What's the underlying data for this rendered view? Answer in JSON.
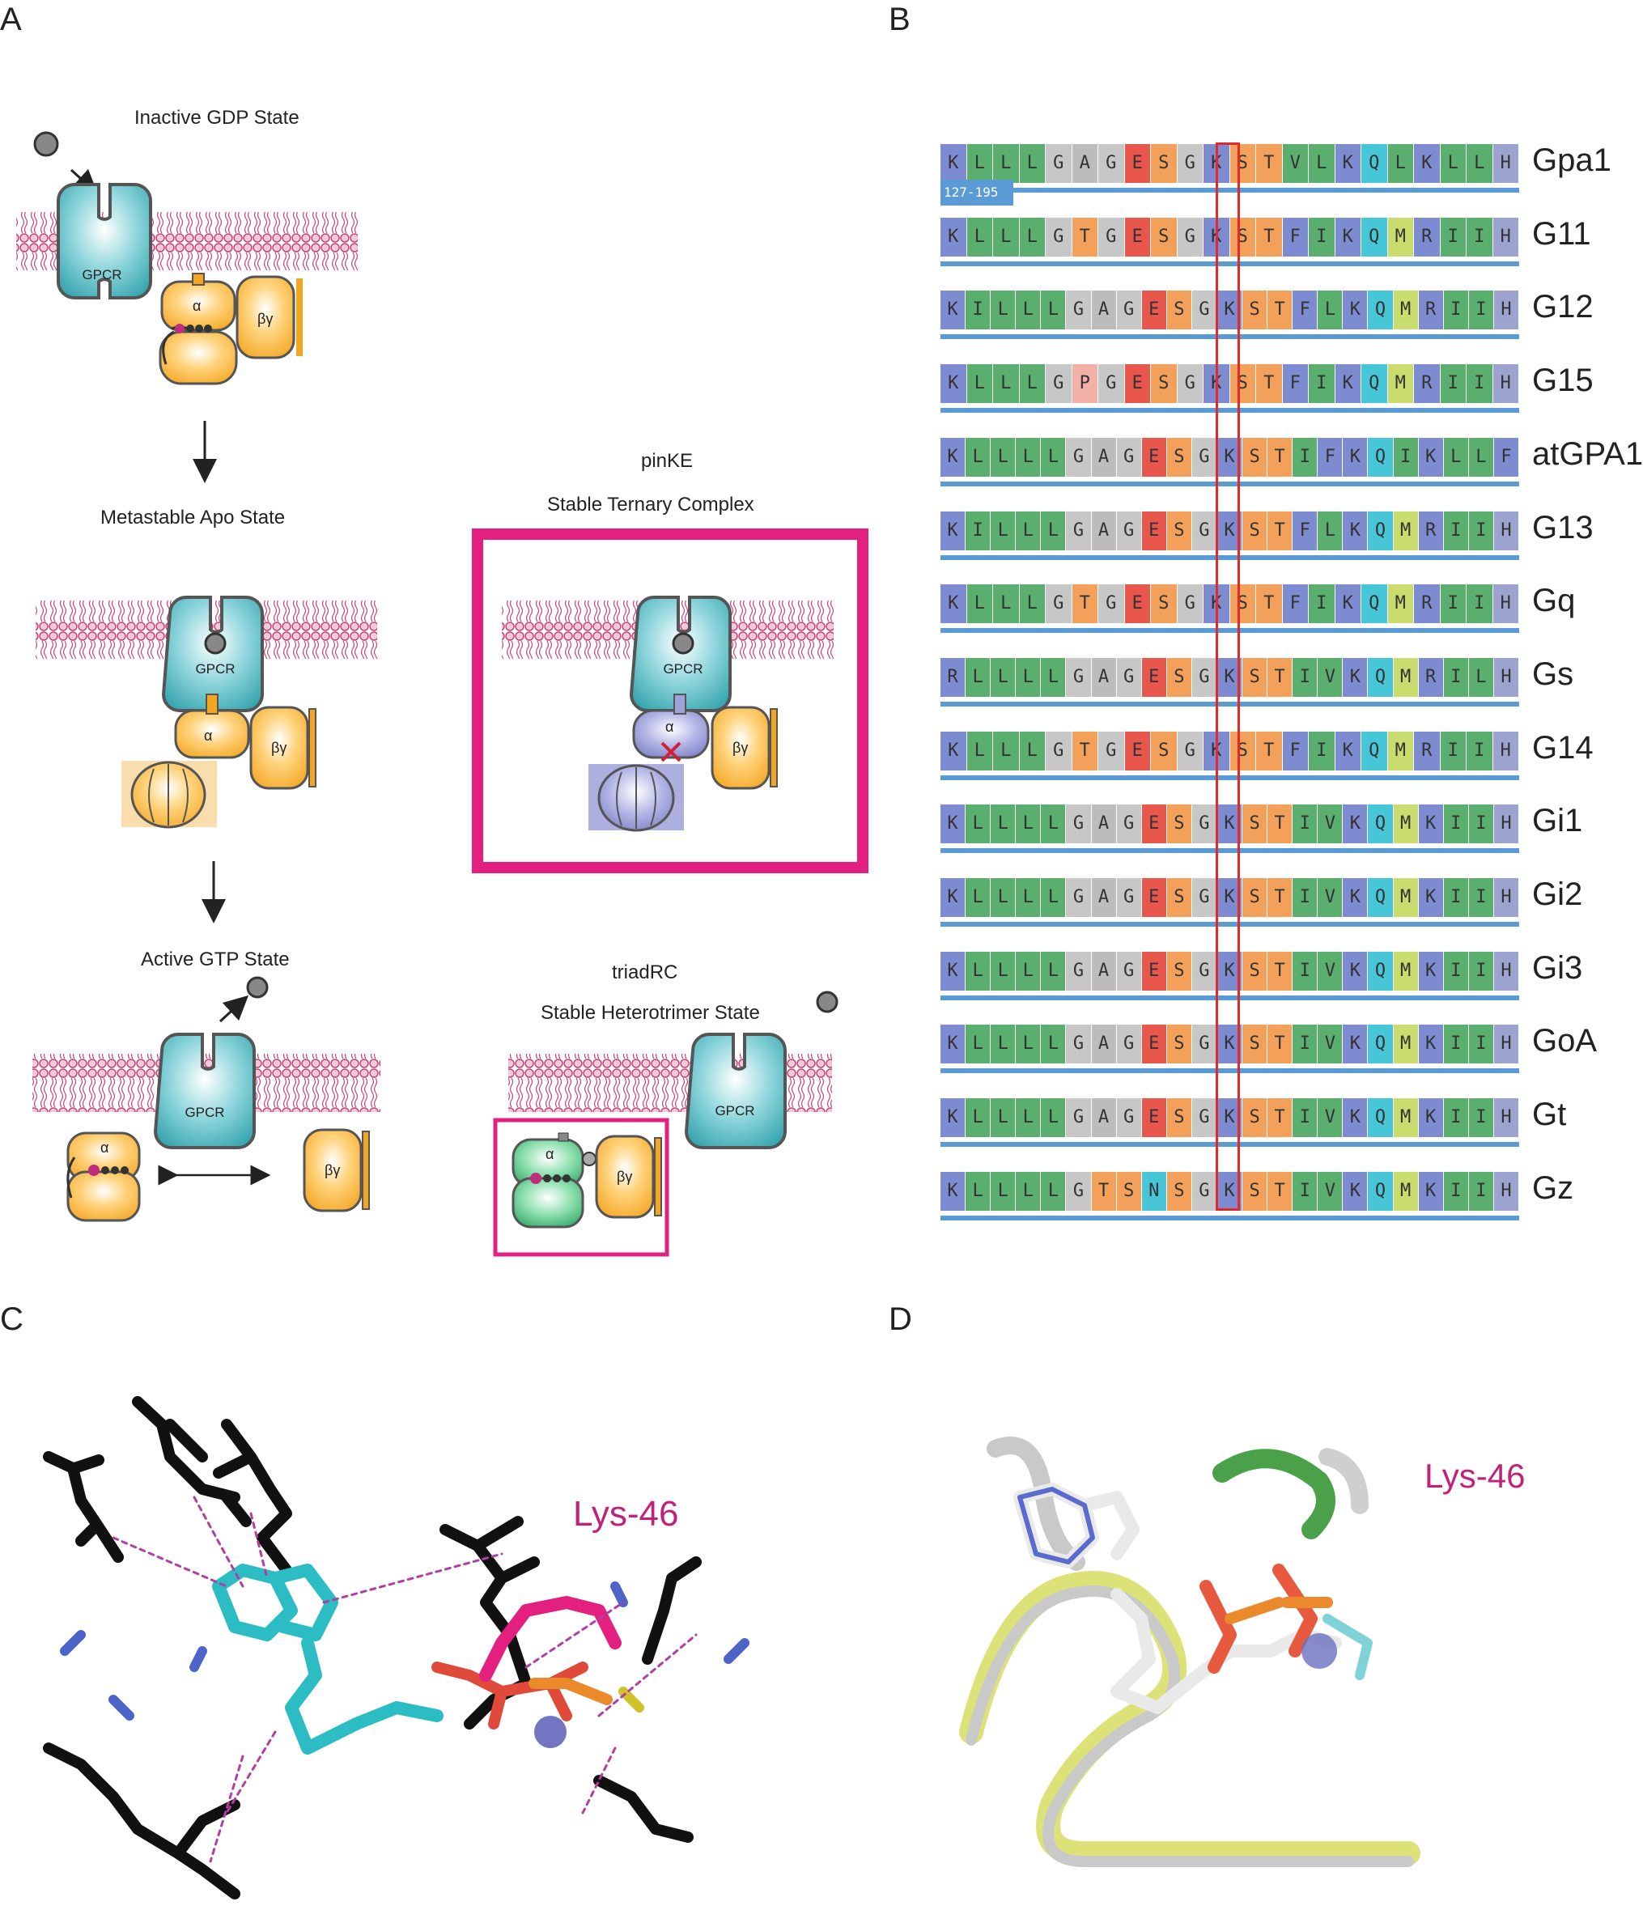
{
  "panels": {
    "a": "A",
    "b": "B",
    "c": "C",
    "d": "D"
  },
  "panelA": {
    "inactive_title": "Inactive GDP State",
    "apo_title": "Metastable Apo State",
    "active_title": "Active GTP State",
    "pinke_name": "pinKE",
    "pinke_title": "Stable Ternary Complex",
    "triad_name": "triadRC",
    "triad_title": "Stable Heterotrimer State",
    "gpcr": "GPCR",
    "alpha": "α",
    "betagamma": "βγ"
  },
  "panelB": {
    "range_label": "127-195",
    "rows": [
      {
        "name": "Gpa1",
        "seq": "KLLLGAGESGKSTVLKQLKLLH"
      },
      {
        "name": "G11",
        "seq": "KLLLGTGESGKSTFIKQMRIIH"
      },
      {
        "name": "G12",
        "seq": "KILLLGAGESGKSTFLKQMRIIH"
      },
      {
        "name": "G15",
        "seq": "KLLLGPGESGKSTFIKQMRIIH"
      },
      {
        "name": "atGPA1",
        "seq": "KLLLLGAGESGKSTIFKQIKLLF"
      },
      {
        "name": "G13",
        "seq": "KILLLGAGESGKSTFLKQMRIIH"
      },
      {
        "name": "Gq",
        "seq": "KLLLGTGESGKSTFIKQMRIIH"
      },
      {
        "name": "Gs",
        "seq": "RLLLLGAGESGKSTIVKQMRILH"
      },
      {
        "name": "G14",
        "seq": "KLLLGTGESGKSTFIKQMRIIH"
      },
      {
        "name": "Gi1",
        "seq": "KLLLLGAGESGKSTIVKQMKIIH"
      },
      {
        "name": "Gi2",
        "seq": "KLLLLGAGESGKSTIVKQMKIIH"
      },
      {
        "name": "Gi3",
        "seq": "KLLLLGAGESGKSTIVKQMKIIH"
      },
      {
        "name": "GoA",
        "seq": "KLLLLGAGESGKSTIVKQMKIIH"
      },
      {
        "name": "Gt",
        "seq": "KLLLLGAGESGKSTIVKQMKIIH"
      },
      {
        "name": "Gz",
        "seq": "KLLLLGTSNSGKSTIVKQMKIIH"
      }
    ],
    "colors": {
      "K": "#7d8bd1",
      "R": "#7d8bd1",
      "L": "#5aae6e",
      "I": "#5aae6e",
      "V": "#5aae6e",
      "M": "#c8dd6e",
      "F": "#7d8bd1",
      "G": "#c7c7c7",
      "A": "#bcbcbc",
      "E": "#e8564c",
      "S": "#f3a15a",
      "T": "#f3a15a",
      "P": "#f2b0a6",
      "N": "#47c6d8",
      "Q": "#47c6d8",
      "H": "#9da3cf"
    }
  },
  "panelC": {
    "lys_label": "Lys-46"
  },
  "panelD": {
    "lys_label": "Lys-46"
  }
}
